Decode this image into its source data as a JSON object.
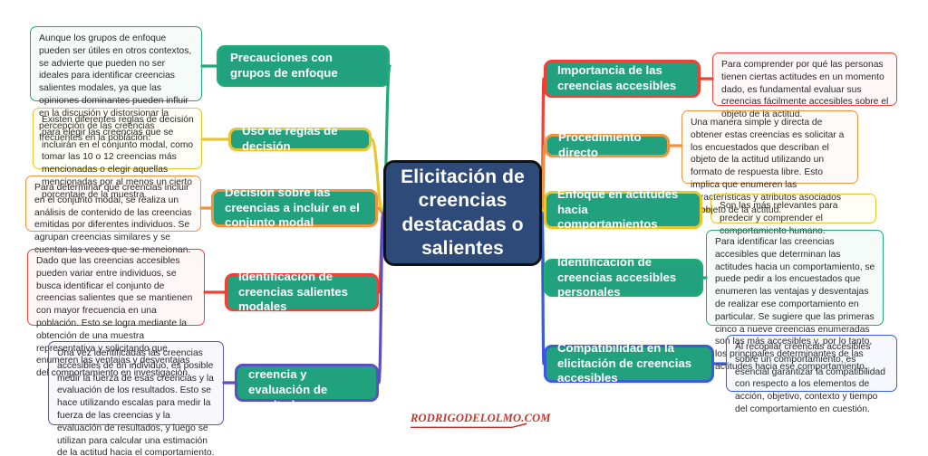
{
  "diagram": {
    "type": "mind-map",
    "center": {
      "label": "Elicitación de creencias destacadas o salientes",
      "fill": "#2e4a78",
      "border": "#121212",
      "text_color": "#ffffff"
    },
    "palette": {
      "node_fill": "#22a17e",
      "green": "#1fab77",
      "yellow": "#e8c72c",
      "orange": "#f0933c",
      "red": "#ef4136",
      "purple": "#5b4fc4",
      "blue": "#3b5bdb",
      "teal": "#22a17e"
    },
    "branches": [
      {
        "id": "precauciones",
        "side": "left",
        "color": "#1fab77",
        "label": "Precauciones con grupos de enfoque",
        "detail": "Aunque los grupos de enfoque pueden ser útiles en otros contextos, se advierte que pueden no ser ideales para identificar creencias salientes modales, ya que las opiniones dominantes pueden influir en la discusión y distorsionar la percepción de las creencias frecuentes en la población."
      },
      {
        "id": "reglas-decision",
        "side": "left",
        "color": "#e8c72c",
        "label": "Uso de reglas de decisión",
        "detail": "Existen diferentes reglas de decisión para elegir las creencias que se incluirán en el conjunto modal, como tomar las 10 o 12 creencias más mencionadas o elegir aquellas mencionadas por al menos un cierto porcentaje de la muestra."
      },
      {
        "id": "decision-creencias",
        "side": "left",
        "color": "#f0933c",
        "label": "Decisión sobre las creencias a incluir en el conjunto modal",
        "detail": "Para determinar qué creencias incluir en el conjunto modal, se realiza un análisis de contenido de las creencias emitidas por diferentes individuos. Se agrupan creencias similares y se cuentan las veces que se mencionan."
      },
      {
        "id": "identificacion-salientes",
        "side": "left",
        "color": "#ef4136",
        "label": "Identificación de creencias salientes modales",
        "detail": "Dado que las creencias accesibles pueden variar entre individuos, se busca identificar el conjunto de creencias salientes que se mantienen con mayor frecuencia en una población. Esto se logra mediante la obtención de una muestra representativa y solicitando que enumeren las ventajas y desventajas del comportamiento en investigación."
      },
      {
        "id": "medicion-creencia",
        "side": "left",
        "color": "#5b4fc4",
        "label": "Medición de creencia y evaluación de resultados",
        "detail": "Una vez identificadas las creencias accesibles de un individuo, es posible medir la fuerza de esas creencias y la evaluación de los resultados. Esto se hace utilizando escalas para medir la fuerza de las creencias y la evaluación de resultados, y luego se utilizan para calcular una estimación de la actitud hacia el comportamiento."
      },
      {
        "id": "importancia",
        "side": "right",
        "color": "#ef4136",
        "label": "Importancia de las creencias accesibles",
        "detail": "Para comprender por qué las personas tienen ciertas actitudes en un momento dado, es fundamental evaluar sus creencias fácilmente accesibles sobre el objeto de la actitud."
      },
      {
        "id": "procedimiento-directo",
        "side": "right",
        "color": "#f0933c",
        "label": "Procedimiento directo",
        "detail": "Una manera simple y directa de obtener estas creencias es solicitar a los encuestados que describan el objeto de la actitud utilizando un formato de respuesta libre. Esto implica que enumeren las características y atributos asociados al objeto de la actitud."
      },
      {
        "id": "enfoque-actitudes",
        "side": "right",
        "color": "#e8c72c",
        "label": "Enfoque en actitudes hacia comportamientos",
        "detail": "Son las más relevantes para predecir y comprender el comportamiento humano."
      },
      {
        "id": "identificacion-personales",
        "side": "right",
        "color": "#1fab77",
        "label": "Identificación de creencias accesibles personales",
        "detail": "Para identificar las creencias accesibles que determinan las actitudes hacia un comportamiento, se puede pedir a los encuestados que enumeren las ventajas y desventajas de realizar ese comportamiento en particular. Se sugiere que las primeras cinco a nueve creencias enumeradas son las más accesibles y, por lo tanto, los principales determinantes de las actitudes hacia ese comportamiento."
      },
      {
        "id": "compatibilidad",
        "side": "right",
        "color": "#3b5bdb",
        "label": "Compatibilidad en la elicitación de creencias accesibles",
        "detail": "Al recopilar creencias accesibles sobre un comportamiento, es esencial garantizar la compatibilidad con respecto a los elementos de acción, objetivo, contexto y tiempo del comportamiento en cuestión."
      }
    ],
    "watermark": {
      "text": "RODRIGODELOLMO.COM",
      "color": "#c0392b"
    }
  }
}
